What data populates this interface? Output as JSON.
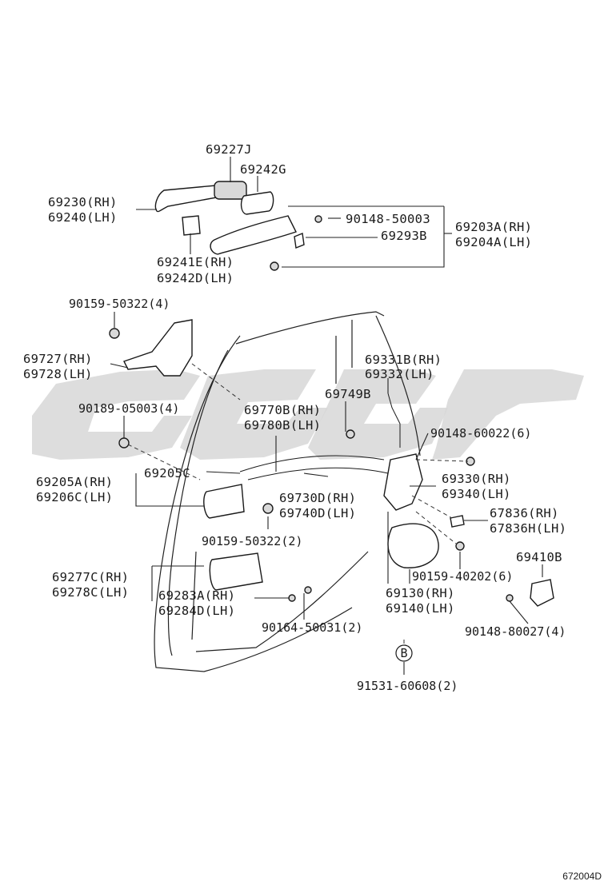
{
  "diagram": {
    "figure_code": "672004D",
    "callout_letter": "B",
    "labels": {
      "l69227J": "69227J",
      "l69242G": "69242G",
      "l69230": "69230(RH)",
      "l69240": "69240(LH)",
      "l90148_50003": "90148-50003",
      "l69293B": "69293B",
      "l69203A": "69203A(RH)",
      "l69204A": "69204A(LH)",
      "l69241E": "69241E(RH)",
      "l69242D": "69242D(LH)",
      "l90159_50322_4": "90159-50322(4)",
      "l69727": "69727(RH)",
      "l69728": "69728(LH)",
      "l69331B": "69331B(RH)",
      "l69332": "69332(LH)",
      "l69749B": "69749B",
      "l90189_05003": "90189-05003(4)",
      "l69770B": "69770B(RH)",
      "l69780B": "69780B(LH)",
      "l90148_60022": "90148-60022(6)",
      "l69205C": "69205C",
      "l69205A": "69205A(RH)",
      "l69206C": "69206C(LH)",
      "l69330": "69330(RH)",
      "l69340": "69340(LH)",
      "l69730D": "69730D(RH)",
      "l69740D": "69740D(LH)",
      "l67836": "67836(RH)",
      "l67836H": "67836H(LH)",
      "l90159_50322_2": "90159-50322(2)",
      "l69410B": "69410B",
      "l90159_40202": "90159-40202(6)",
      "l69277C": "69277C(RH)",
      "l69278C": "69278C(LH)",
      "l69283A": "69283A(RH)",
      "l69284D": "69284D(LH)",
      "l69130": "69130(RH)",
      "l69140": "69140(LH)",
      "l90148_80027": "90148-80027(4)",
      "l90164_50031": "90164-50031(2)",
      "l91531_60608": "91531-60608(2)"
    }
  }
}
